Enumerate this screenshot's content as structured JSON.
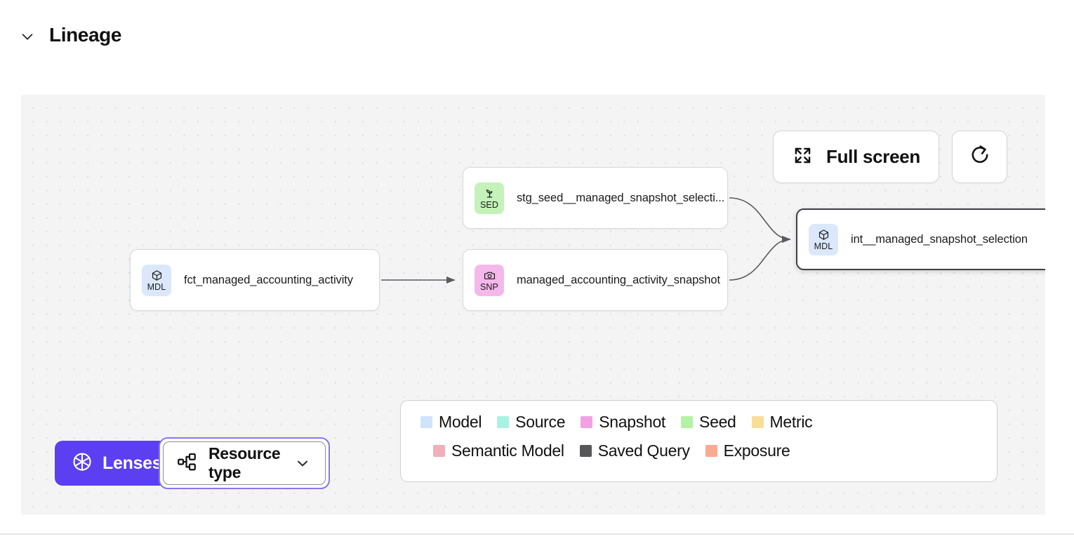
{
  "header": {
    "title": "Lineage",
    "collapse_icon": "chevron-down-icon",
    "expanded": true
  },
  "toolbar": {
    "fullscreen_label": "Full screen",
    "fullscreen_icon": "expand-arrows-icon",
    "refresh_icon": "refresh-icon"
  },
  "graph": {
    "nodes": [
      {
        "id": "fct",
        "label": "fct_managed_accounting_activity",
        "type": "Model",
        "abbr": "MDL",
        "icon": "cube-icon",
        "selected": false
      },
      {
        "id": "stg",
        "label": "stg_seed__managed_snapshot_selecti...",
        "type": "Seed",
        "abbr": "SED",
        "icon": "sprout-icon",
        "selected": false
      },
      {
        "id": "snap",
        "label": "managed_accounting_activity_snapshot",
        "type": "Snapshot",
        "abbr": "SNP",
        "icon": "camera-icon",
        "selected": false
      },
      {
        "id": "int",
        "label": "int__managed_snapshot_selection",
        "type": "Model",
        "abbr": "MDL",
        "icon": "cube-icon",
        "selected": true
      }
    ],
    "edges": [
      {
        "from": "fct",
        "to": "snap"
      },
      {
        "from": "stg",
        "to": "int"
      },
      {
        "from": "snap",
        "to": "int"
      }
    ]
  },
  "controls": {
    "lenses_label": "Lenses",
    "lenses_icon": "aperture-icon",
    "lenses_color": "#5b3ff0",
    "resource_type_label": "Resource type",
    "resource_type_icon": "hierarchy-icon",
    "resource_type_chevron": "chevron-down-icon",
    "resource_type_focused": true
  },
  "legend": {
    "row1": [
      {
        "label": "Model",
        "color": "#cfe4fb"
      },
      {
        "label": "Source",
        "color": "#a9f2e3"
      },
      {
        "label": "Snapshot",
        "color": "#f0a2e4"
      },
      {
        "label": "Seed",
        "color": "#b5f2a4"
      },
      {
        "label": "Metric",
        "color": "#f9dd98"
      }
    ],
    "row2": [
      {
        "label": "Semantic Model",
        "color": "#f2afb9"
      },
      {
        "label": "Saved Query",
        "color": "#57575a"
      },
      {
        "label": "Exposure",
        "color": "#f6ab92"
      }
    ]
  }
}
